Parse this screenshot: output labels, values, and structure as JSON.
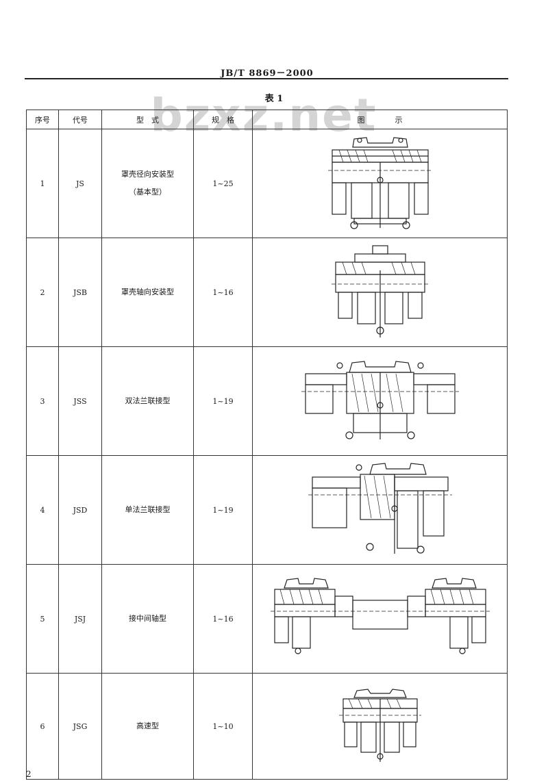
{
  "header": {
    "standard_code": "JB/T 8869－2000"
  },
  "table_title": "表 1",
  "watermark": "bzxz.net",
  "columns": {
    "seq": "序号",
    "code": "代号",
    "type": "型　式",
    "spec": "规　格",
    "figure": "图　　　　示"
  },
  "rows": [
    {
      "seq": "1",
      "code": "JS",
      "type_line1": "罩壳径向安装型",
      "type_line2": "（基本型）",
      "spec": "1~25",
      "figure_icon": "coupling-radial-drawing"
    },
    {
      "seq": "2",
      "code": "JSB",
      "type_line1": "罩壳轴向安装型",
      "type_line2": "",
      "spec": "1~16",
      "figure_icon": "coupling-axial-drawing"
    },
    {
      "seq": "3",
      "code": "JSS",
      "type_line1": "双法兰联接型",
      "type_line2": "",
      "spec": "1~19",
      "figure_icon": "coupling-double-flange-drawing"
    },
    {
      "seq": "4",
      "code": "JSD",
      "type_line1": "单法兰联接型",
      "type_line2": "",
      "spec": "1~19",
      "figure_icon": "coupling-single-flange-drawing"
    },
    {
      "seq": "5",
      "code": "JSJ",
      "type_line1": "接中间轴型",
      "type_line2": "",
      "spec": "1~16",
      "figure_icon": "coupling-intermediate-shaft-drawing"
    },
    {
      "seq": "6",
      "code": "JSG",
      "type_line1": "高速型",
      "type_line2": "",
      "spec": "1~10",
      "figure_icon": "coupling-high-speed-drawing"
    }
  ],
  "page_number": "2"
}
